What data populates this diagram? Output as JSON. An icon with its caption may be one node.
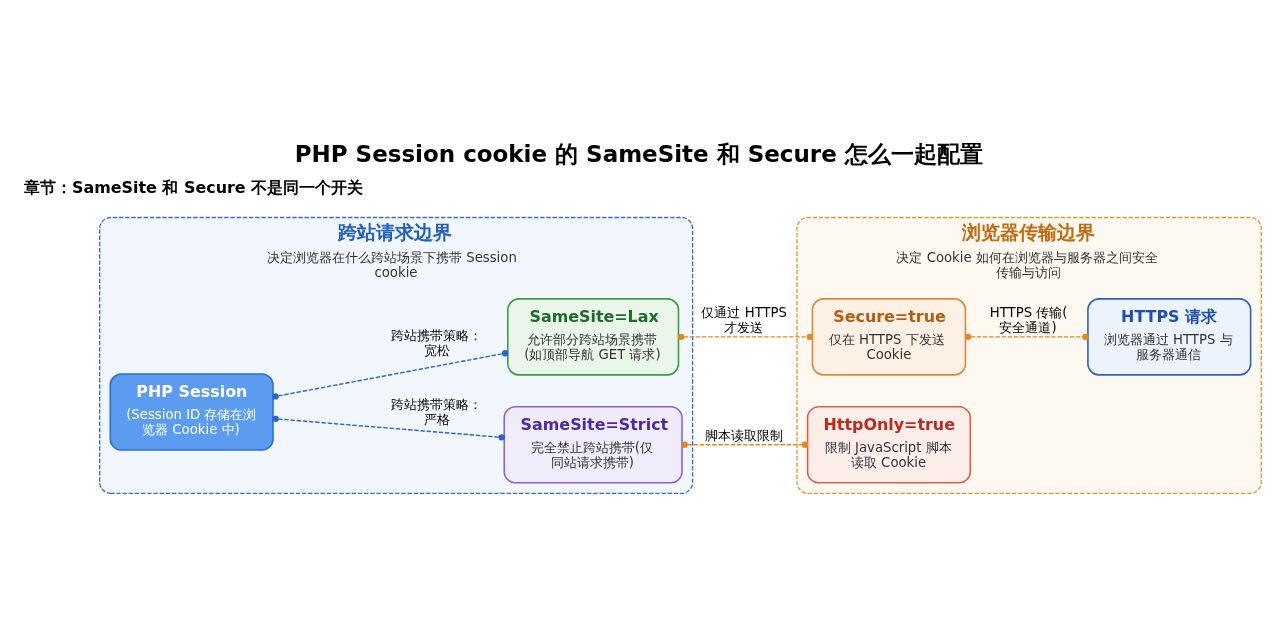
{
  "diagram": {
    "title": "PHP Session cookie 的 SameSite 和 Secure 怎么一起配置",
    "nodes": [
      {
        "text": [
          "跨站请求边界",
          "决定浏览器在什么跨站场景下携带 Session cookie"
        ]
      },
      {
        "text": [
          "PHP Session",
          "(Session ID 存储在浏览器 Cookie 中)"
        ],
        "in": 0
      },
      {
        "text": [
          "SameSite=Lax",
          "允许部分跨站场景携带(如顶部导航 GET 请求)"
        ],
        "in": 0
      },
      {
        "text": [
          "SameSite=Strict",
          "完全禁止跨站携带(仅同站请求携带)"
        ],
        "in": 0
      },
      {
        "text": [
          "浏览器传输边界",
          "决定 Cookie 如何在浏览器与服务器之间安全传输与访问"
        ]
      },
      {
        "text": [
          "Secure=true",
          "仅在 HTTPS 下发送 Cookie"
        ],
        "in": 4
      },
      {
        "text": [
          "HttpOnly=true",
          "限制 JavaScript 脚本读取 Cookie"
        ],
        "in": 4
      },
      {
        "text": [
          "HTTPS 请求",
          "浏览器通过 HTTPS 与服务器通信"
        ],
        "in": 4
      }
    ],
    "edges": [
      {
        "from": 1,
        "to": 2,
        "arrow": "other",
        "label": "跨站携带策略：宽松",
        "style": "dashed",
        "color": "#2b65c8"
      },
      {
        "from": 1,
        "to": 3,
        "arrow": "other",
        "label": "跨站携带策略：严格",
        "style": "dashed",
        "color": "#2b65c8"
      },
      {
        "from": 2,
        "to": 5,
        "arrow": "other",
        "label": "仅通过 HTTPS 才发送",
        "style": "dashed"
      },
      {
        "from": 3,
        "to": 6,
        "arrow": "other",
        "label": "脚本读取限制",
        "style": "dashed"
      },
      {
        "from": 5,
        "to": 7,
        "arrow": "other",
        "label": "HTTPS 传输(安全通道)",
        "style": "dashed"
      }
    ],
    "labels": [
      "章节：SameSite 和 Secure 不是同一个开关"
    ]
  }
}
